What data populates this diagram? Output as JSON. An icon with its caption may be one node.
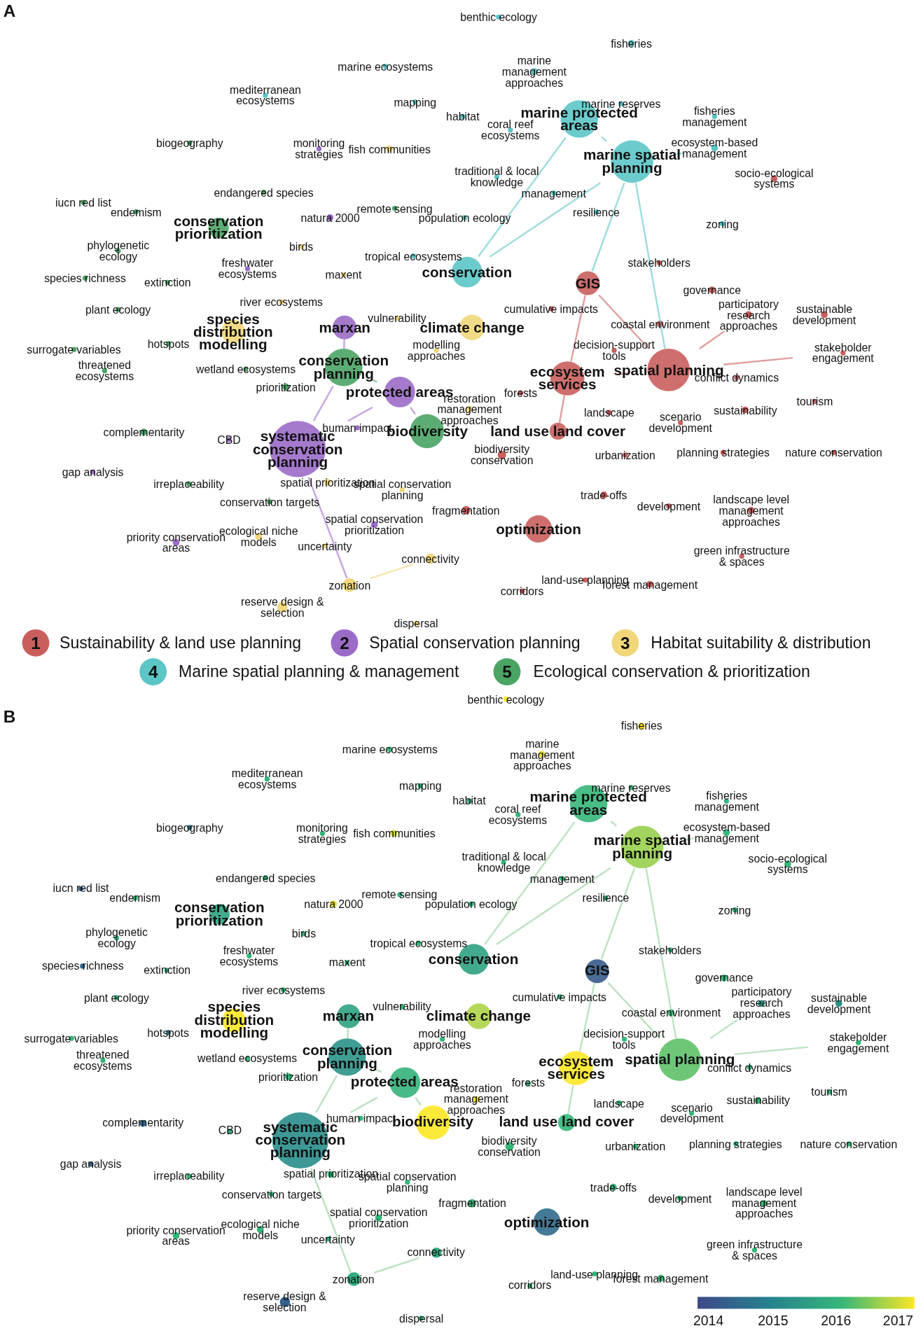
{
  "diagram": {
    "nodes": [
      {
        "text": [
          "benthic ecology"
        ]
      },
      {
        "text": [
          "fisheries"
        ]
      },
      {
        "text": [
          "marine ecosystems"
        ]
      },
      {
        "text": [
          "marine management approaches"
        ]
      },
      {
        "text": [
          "mediterranean ecosystems"
        ]
      },
      {
        "text": [
          "mapping"
        ]
      },
      {
        "text": [
          "marine reserves"
        ]
      },
      {
        "text": [
          "habitat"
        ]
      },
      {
        "text": [
          "marine protected areas"
        ]
      },
      {
        "text": [
          "fisheries management"
        ]
      },
      {
        "text": [
          "coral reef ecosystems"
        ]
      },
      {
        "text": [
          "biogeography"
        ]
      },
      {
        "text": [
          "monitoring strategies"
        ]
      },
      {
        "text": [
          "fish communities"
        ]
      },
      {
        "text": [
          "ecosystem-based management"
        ]
      },
      {
        "text": [
          "marine spatial planning"
        ]
      },
      {
        "text": [
          "traditional & local knowledge"
        ]
      },
      {
        "text": [
          "socio-ecological systems"
        ]
      },
      {
        "text": [
          "endangered species"
        ]
      },
      {
        "text": [
          "management"
        ]
      },
      {
        "text": [
          "iucn red list"
        ]
      },
      {
        "text": [
          "remote sensing"
        ]
      },
      {
        "text": [
          "endemism"
        ]
      },
      {
        "text": [
          "natura 2000"
        ]
      },
      {
        "text": [
          "population ecology"
        ]
      },
      {
        "text": [
          "resilience"
        ]
      },
      {
        "text": [
          "conservation prioritization"
        ]
      },
      {
        "text": [
          "zoning"
        ]
      },
      {
        "text": [
          "birds"
        ]
      },
      {
        "text": [
          "phylogenetic ecology"
        ]
      },
      {
        "text": [
          "tropical ecosystems"
        ]
      },
      {
        "text": [
          "stakeholders"
        ]
      },
      {
        "text": [
          "freshwater ecosystems"
        ]
      },
      {
        "text": [
          "maxent"
        ]
      },
      {
        "text": [
          "conservation"
        ]
      },
      {
        "text": [
          "species richness"
        ]
      },
      {
        "text": [
          "extinction"
        ]
      },
      {
        "text": [
          "GIS"
        ]
      },
      {
        "text": [
          "governance"
        ]
      },
      {
        "text": [
          "river ecosystems"
        ]
      },
      {
        "text": [
          "cumulative impacts"
        ]
      },
      {
        "text": [
          "participatory research approaches"
        ]
      },
      {
        "text": [
          "sustainable development"
        ]
      },
      {
        "text": [
          "plant ecology"
        ]
      },
      {
        "text": [
          "vulnerability"
        ]
      },
      {
        "text": [
          "marxan"
        ]
      },
      {
        "text": [
          "climate change"
        ]
      },
      {
        "text": [
          "coastal environment"
        ]
      },
      {
        "text": [
          "species distribution modelling"
        ]
      },
      {
        "text": [
          "hotspots"
        ]
      },
      {
        "text": [
          "surrogate variables"
        ]
      },
      {
        "text": [
          "stakeholder engagement"
        ]
      },
      {
        "text": [
          "modelling approaches"
        ]
      },
      {
        "text": [
          "decision-support tools"
        ]
      },
      {
        "text": [
          "conservation planning"
        ]
      },
      {
        "text": [
          "wetland ecosystems"
        ]
      },
      {
        "text": [
          "threatened ecosystems"
        ]
      },
      {
        "text": [
          "spatial planning"
        ]
      },
      {
        "text": [
          "conflict dynamics"
        ]
      },
      {
        "text": [
          "ecosystem services"
        ]
      },
      {
        "text": [
          "prioritization"
        ]
      },
      {
        "text": [
          "protected areas"
        ]
      },
      {
        "text": [
          "forests"
        ]
      },
      {
        "text": [
          "restoration management approaches"
        ]
      },
      {
        "text": [
          "tourism"
        ]
      },
      {
        "text": [
          "human impact"
        ]
      },
      {
        "text": [
          "landscape"
        ]
      },
      {
        "text": [
          "sustainability"
        ]
      },
      {
        "text": [
          "scenario development"
        ]
      },
      {
        "text": [
          "biodiversity"
        ]
      },
      {
        "text": [
          "complementarity"
        ]
      },
      {
        "text": [
          "CBD"
        ]
      },
      {
        "text": [
          "land use land cover"
        ]
      },
      {
        "text": [
          "systematic conservation planning"
        ]
      },
      {
        "text": [
          "planning strategies"
        ]
      },
      {
        "text": [
          "nature conservation"
        ]
      },
      {
        "text": [
          "biodiversity conservation"
        ]
      },
      {
        "text": [
          "urbanization"
        ]
      },
      {
        "text": [
          "gap analysis"
        ]
      },
      {
        "text": [
          "irreplaceability"
        ]
      },
      {
        "text": [
          "spatial prioritization"
        ]
      },
      {
        "text": [
          "spatial conservation planning"
        ]
      },
      {
        "text": [
          "trade-offs"
        ]
      },
      {
        "text": [
          "conservation targets"
        ]
      },
      {
        "text": [
          "development"
        ]
      },
      {
        "text": [
          "landscape level management approaches"
        ]
      },
      {
        "text": [
          "fragmentation"
        ]
      },
      {
        "text": [
          "spatial conservation prioritization"
        ]
      },
      {
        "text": [
          "optimization"
        ]
      },
      {
        "text": [
          "priority conservation areas"
        ]
      },
      {
        "text": [
          "ecological niche models"
        ]
      },
      {
        "text": [
          "uncertainty"
        ]
      },
      {
        "text": [
          "connectivity"
        ]
      },
      {
        "text": [
          "green infrastructure & spaces"
        ]
      },
      {
        "text": [
          "zonation"
        ]
      },
      {
        "text": [
          "land-use planning"
        ]
      },
      {
        "text": [
          "forest management"
        ]
      },
      {
        "text": [
          "corridors"
        ]
      },
      {
        "text": [
          "reserve design & selection"
        ]
      },
      {
        "text": [
          "dispersal"
        ]
      },
      {
        "text": [
          "benthic ecology"
        ]
      },
      {
        "text": [
          "fisheries"
        ]
      },
      {
        "text": [
          "marine ecosystems"
        ]
      },
      {
        "text": [
          "marine management approaches"
        ]
      },
      {
        "text": [
          "mediterranean ecosystems"
        ]
      },
      {
        "text": [
          "mapping"
        ]
      },
      {
        "text": [
          "marine reserves"
        ]
      },
      {
        "text": [
          "habitat"
        ]
      },
      {
        "text": [
          "marine protected areas"
        ]
      },
      {
        "text": [
          "fisheries management"
        ]
      },
      {
        "text": [
          "coral reef ecosystems"
        ]
      },
      {
        "text": [
          "biogeography"
        ]
      },
      {
        "text": [
          "monitoring strategies"
        ]
      },
      {
        "text": [
          "fish communities"
        ]
      },
      {
        "text": [
          "ecosystem-based management"
        ]
      },
      {
        "text": [
          "marine spatial planning"
        ]
      },
      {
        "text": [
          "traditional & local knowledge"
        ]
      },
      {
        "text": [
          "socio-ecological systems"
        ]
      },
      {
        "text": [
          "endangered species"
        ]
      },
      {
        "text": [
          "management"
        ]
      },
      {
        "text": [
          "iucn red list"
        ]
      },
      {
        "text": [
          "remote sensing"
        ]
      },
      {
        "text": [
          "endemism"
        ]
      },
      {
        "text": [
          "natura 2000"
        ]
      },
      {
        "text": [
          "population ecology"
        ]
      },
      {
        "text": [
          "resilience"
        ]
      },
      {
        "text": [
          "conservation prioritization"
        ]
      },
      {
        "text": [
          "zoning"
        ]
      },
      {
        "text": [
          "birds"
        ]
      },
      {
        "text": [
          "phylogenetic ecology"
        ]
      },
      {
        "text": [
          "tropical ecosystems"
        ]
      },
      {
        "text": [
          "stakeholders"
        ]
      },
      {
        "text": [
          "freshwater ecosystems"
        ]
      },
      {
        "text": [
          "maxent"
        ]
      },
      {
        "text": [
          "conservation"
        ]
      },
      {
        "text": [
          "species richness"
        ]
      },
      {
        "text": [
          "extinction"
        ]
      },
      {
        "text": [
          "GIS"
        ]
      },
      {
        "text": [
          "governance"
        ]
      },
      {
        "text": [
          "river ecosystems"
        ]
      },
      {
        "text": [
          "cumulative impacts"
        ]
      },
      {
        "text": [
          "participatory research approaches"
        ]
      },
      {
        "text": [
          "sustainable development"
        ]
      },
      {
        "text": [
          "plant ecology"
        ]
      },
      {
        "text": [
          "vulnerability"
        ]
      },
      {
        "text": [
          "marxan"
        ]
      },
      {
        "text": [
          "climate change"
        ]
      },
      {
        "text": [
          "coastal environment"
        ]
      },
      {
        "text": [
          "species distribution modelling"
        ]
      },
      {
        "text": [
          "hotspots"
        ]
      },
      {
        "text": [
          "surrogate variables"
        ]
      },
      {
        "text": [
          "stakeholder engagement"
        ]
      },
      {
        "text": [
          "modelling approaches"
        ]
      },
      {
        "text": [
          "decision-support tools"
        ]
      },
      {
        "text": [
          "conservation planning"
        ]
      },
      {
        "text": [
          "wetland ecosystems"
        ]
      },
      {
        "text": [
          "threatened ecosystems"
        ]
      },
      {
        "text": [
          "spatial planning"
        ]
      },
      {
        "text": [
          "conflict dynamics"
        ]
      },
      {
        "text": [
          "ecosystem services"
        ]
      },
      {
        "text": [
          "prioritization"
        ]
      },
      {
        "text": [
          "protected areas"
        ]
      },
      {
        "text": [
          "forests"
        ]
      },
      {
        "text": [
          "restoration management approaches"
        ]
      },
      {
        "text": [
          "tourism"
        ]
      },
      {
        "text": [
          "human impact"
        ]
      },
      {
        "text": [
          "landscape"
        ]
      },
      {
        "text": [
          "sustainability"
        ]
      },
      {
        "text": [
          "scenario development"
        ]
      },
      {
        "text": [
          "biodiversity"
        ]
      },
      {
        "text": [
          "complementarity"
        ]
      },
      {
        "text": [
          "CBD"
        ]
      },
      {
        "text": [
          "land use land cover"
        ]
      },
      {
        "text": [
          "systematic conservation planning"
        ]
      },
      {
        "text": [
          "planning strategies"
        ]
      },
      {
        "text": [
          "nature conservation"
        ]
      },
      {
        "text": [
          "biodiversity conservation"
        ]
      },
      {
        "text": [
          "urbanization"
        ]
      },
      {
        "text": [
          "gap analysis"
        ]
      },
      {
        "text": [
          "irreplaceability"
        ]
      },
      {
        "text": [
          "spatial prioritization"
        ]
      },
      {
        "text": [
          "spatial conservation planning"
        ]
      },
      {
        "text": [
          "trade-offs"
        ]
      },
      {
        "text": [
          "conservation targets"
        ]
      },
      {
        "text": [
          "development"
        ]
      },
      {
        "text": [
          "landscape level management approaches"
        ]
      },
      {
        "text": [
          "fragmentation"
        ]
      },
      {
        "text": [
          "spatial conservation prioritization"
        ]
      },
      {
        "text": [
          "optimization"
        ]
      },
      {
        "text": [
          "priority conservation areas"
        ]
      },
      {
        "text": [
          "ecological niche models"
        ]
      },
      {
        "text": [
          "uncertainty"
        ]
      },
      {
        "text": [
          "connectivity"
        ]
      },
      {
        "text": [
          "green infrastructure & spaces"
        ]
      },
      {
        "text": [
          "zonation"
        ]
      },
      {
        "text": [
          "land-use planning"
        ]
      },
      {
        "text": [
          "forest management"
        ]
      },
      {
        "text": [
          "corridors"
        ]
      },
      {
        "text": [
          "reserve design & selection"
        ]
      },
      {
        "text": [
          "dispersal"
        ]
      },
      {
        "text": [],
        "shape": "bar"
      }
    ],
    "edges": [
      {
        "from": 8,
        "to": 15,
        "arrow": "none",
        "color": "#5cc5c6"
      },
      {
        "from": 8,
        "to": 34,
        "arrow": "none",
        "color": "#5cc5c6"
      },
      {
        "from": 15,
        "to": 34,
        "arrow": "none",
        "color": "#5cc5c6"
      },
      {
        "from": 15,
        "to": 37,
        "arrow": "none",
        "color": "#5cc5c6"
      },
      {
        "from": 15,
        "to": 57,
        "arrow": "none",
        "color": "#5cc5c6"
      },
      {
        "from": 37,
        "to": 57,
        "arrow": "none",
        "color": "#c95f5d"
      },
      {
        "from": 37,
        "to": 59,
        "arrow": "none",
        "color": "#c95f5d"
      },
      {
        "from": 59,
        "to": 57,
        "arrow": "none",
        "color": "#c95f5d"
      },
      {
        "from": 59,
        "to": 72,
        "arrow": "none",
        "color": "#c95f5d"
      },
      {
        "from": 45,
        "to": 54,
        "arrow": "none",
        "color": "#9b6bc8"
      },
      {
        "from": 73,
        "to": 54,
        "arrow": "none",
        "color": "#9b6bc8"
      },
      {
        "from": 73,
        "to": 61,
        "arrow": "none",
        "color": "#9b6bc8"
      },
      {
        "from": 54,
        "to": 61,
        "arrow": "none",
        "color": "#4aa464"
      },
      {
        "from": 61,
        "to": 69,
        "arrow": "none",
        "color": "#9b6bc8"
      },
      {
        "from": 73,
        "to": 94,
        "arrow": "none",
        "color": "#9b6bc8"
      },
      {
        "from": 94,
        "to": 92,
        "arrow": "none",
        "color": "#f1d77a"
      },
      {
        "from": 8,
        "to": 6,
        "arrow": "none",
        "color": "#5cc5c6"
      },
      {
        "from": 15,
        "to": 14,
        "arrow": "none",
        "color": "#5cc5c6"
      },
      {
        "from": 57,
        "to": 51,
        "arrow": "none",
        "color": "#c95f5d"
      },
      {
        "from": 57,
        "to": 41,
        "arrow": "none",
        "color": "#c95f5d"
      },
      {
        "from": 108,
        "to": 115,
        "arrow": "none"
      },
      {
        "from": 108,
        "to": 134,
        "arrow": "none"
      },
      {
        "from": 115,
        "to": 134,
        "arrow": "none"
      },
      {
        "from": 115,
        "to": 137,
        "arrow": "none"
      },
      {
        "from": 115,
        "to": 157,
        "arrow": "none"
      },
      {
        "from": 137,
        "to": 157,
        "arrow": "none"
      },
      {
        "from": 137,
        "to": 159,
        "arrow": "none"
      },
      {
        "from": 159,
        "to": 157,
        "arrow": "none"
      },
      {
        "from": 159,
        "to": 172,
        "arrow": "none"
      },
      {
        "from": 145,
        "to": 154,
        "arrow": "none"
      },
      {
        "from": 173,
        "to": 154,
        "arrow": "none"
      },
      {
        "from": 173,
        "to": 161,
        "arrow": "none"
      },
      {
        "from": 154,
        "to": 161,
        "arrow": "none"
      },
      {
        "from": 161,
        "to": 169,
        "arrow": "none"
      },
      {
        "from": 173,
        "to": 194,
        "arrow": "none"
      },
      {
        "from": 194,
        "to": 192,
        "arrow": "none"
      },
      {
        "from": 108,
        "to": 106,
        "arrow": "none"
      },
      {
        "from": 115,
        "to": 114,
        "arrow": "none"
      },
      {
        "from": 157,
        "to": 151,
        "arrow": "none"
      },
      {
        "from": 157,
        "to": 141,
        "arrow": "none"
      }
    ],
    "labels": [
      "A",
      "1",
      "2",
      "3",
      "4",
      "5",
      "B",
      "2014",
      "2015",
      "2016",
      "2017"
    ],
    "legend": [
      {
        "text": "Sustainability & land use planning",
        "color": "#c95f5d"
      },
      {
        "text": "Spatial conservation planning",
        "color": "#9b6bc8"
      },
      {
        "text": "Habitat suitability & distribution",
        "color": "#f1d77a"
      },
      {
        "text": "Marine spatial planning & management",
        "color": "#5cc5c6"
      },
      {
        "text": "Ecological conservation & prioritization",
        "color": "#4aa464"
      }
    ]
  }
}
